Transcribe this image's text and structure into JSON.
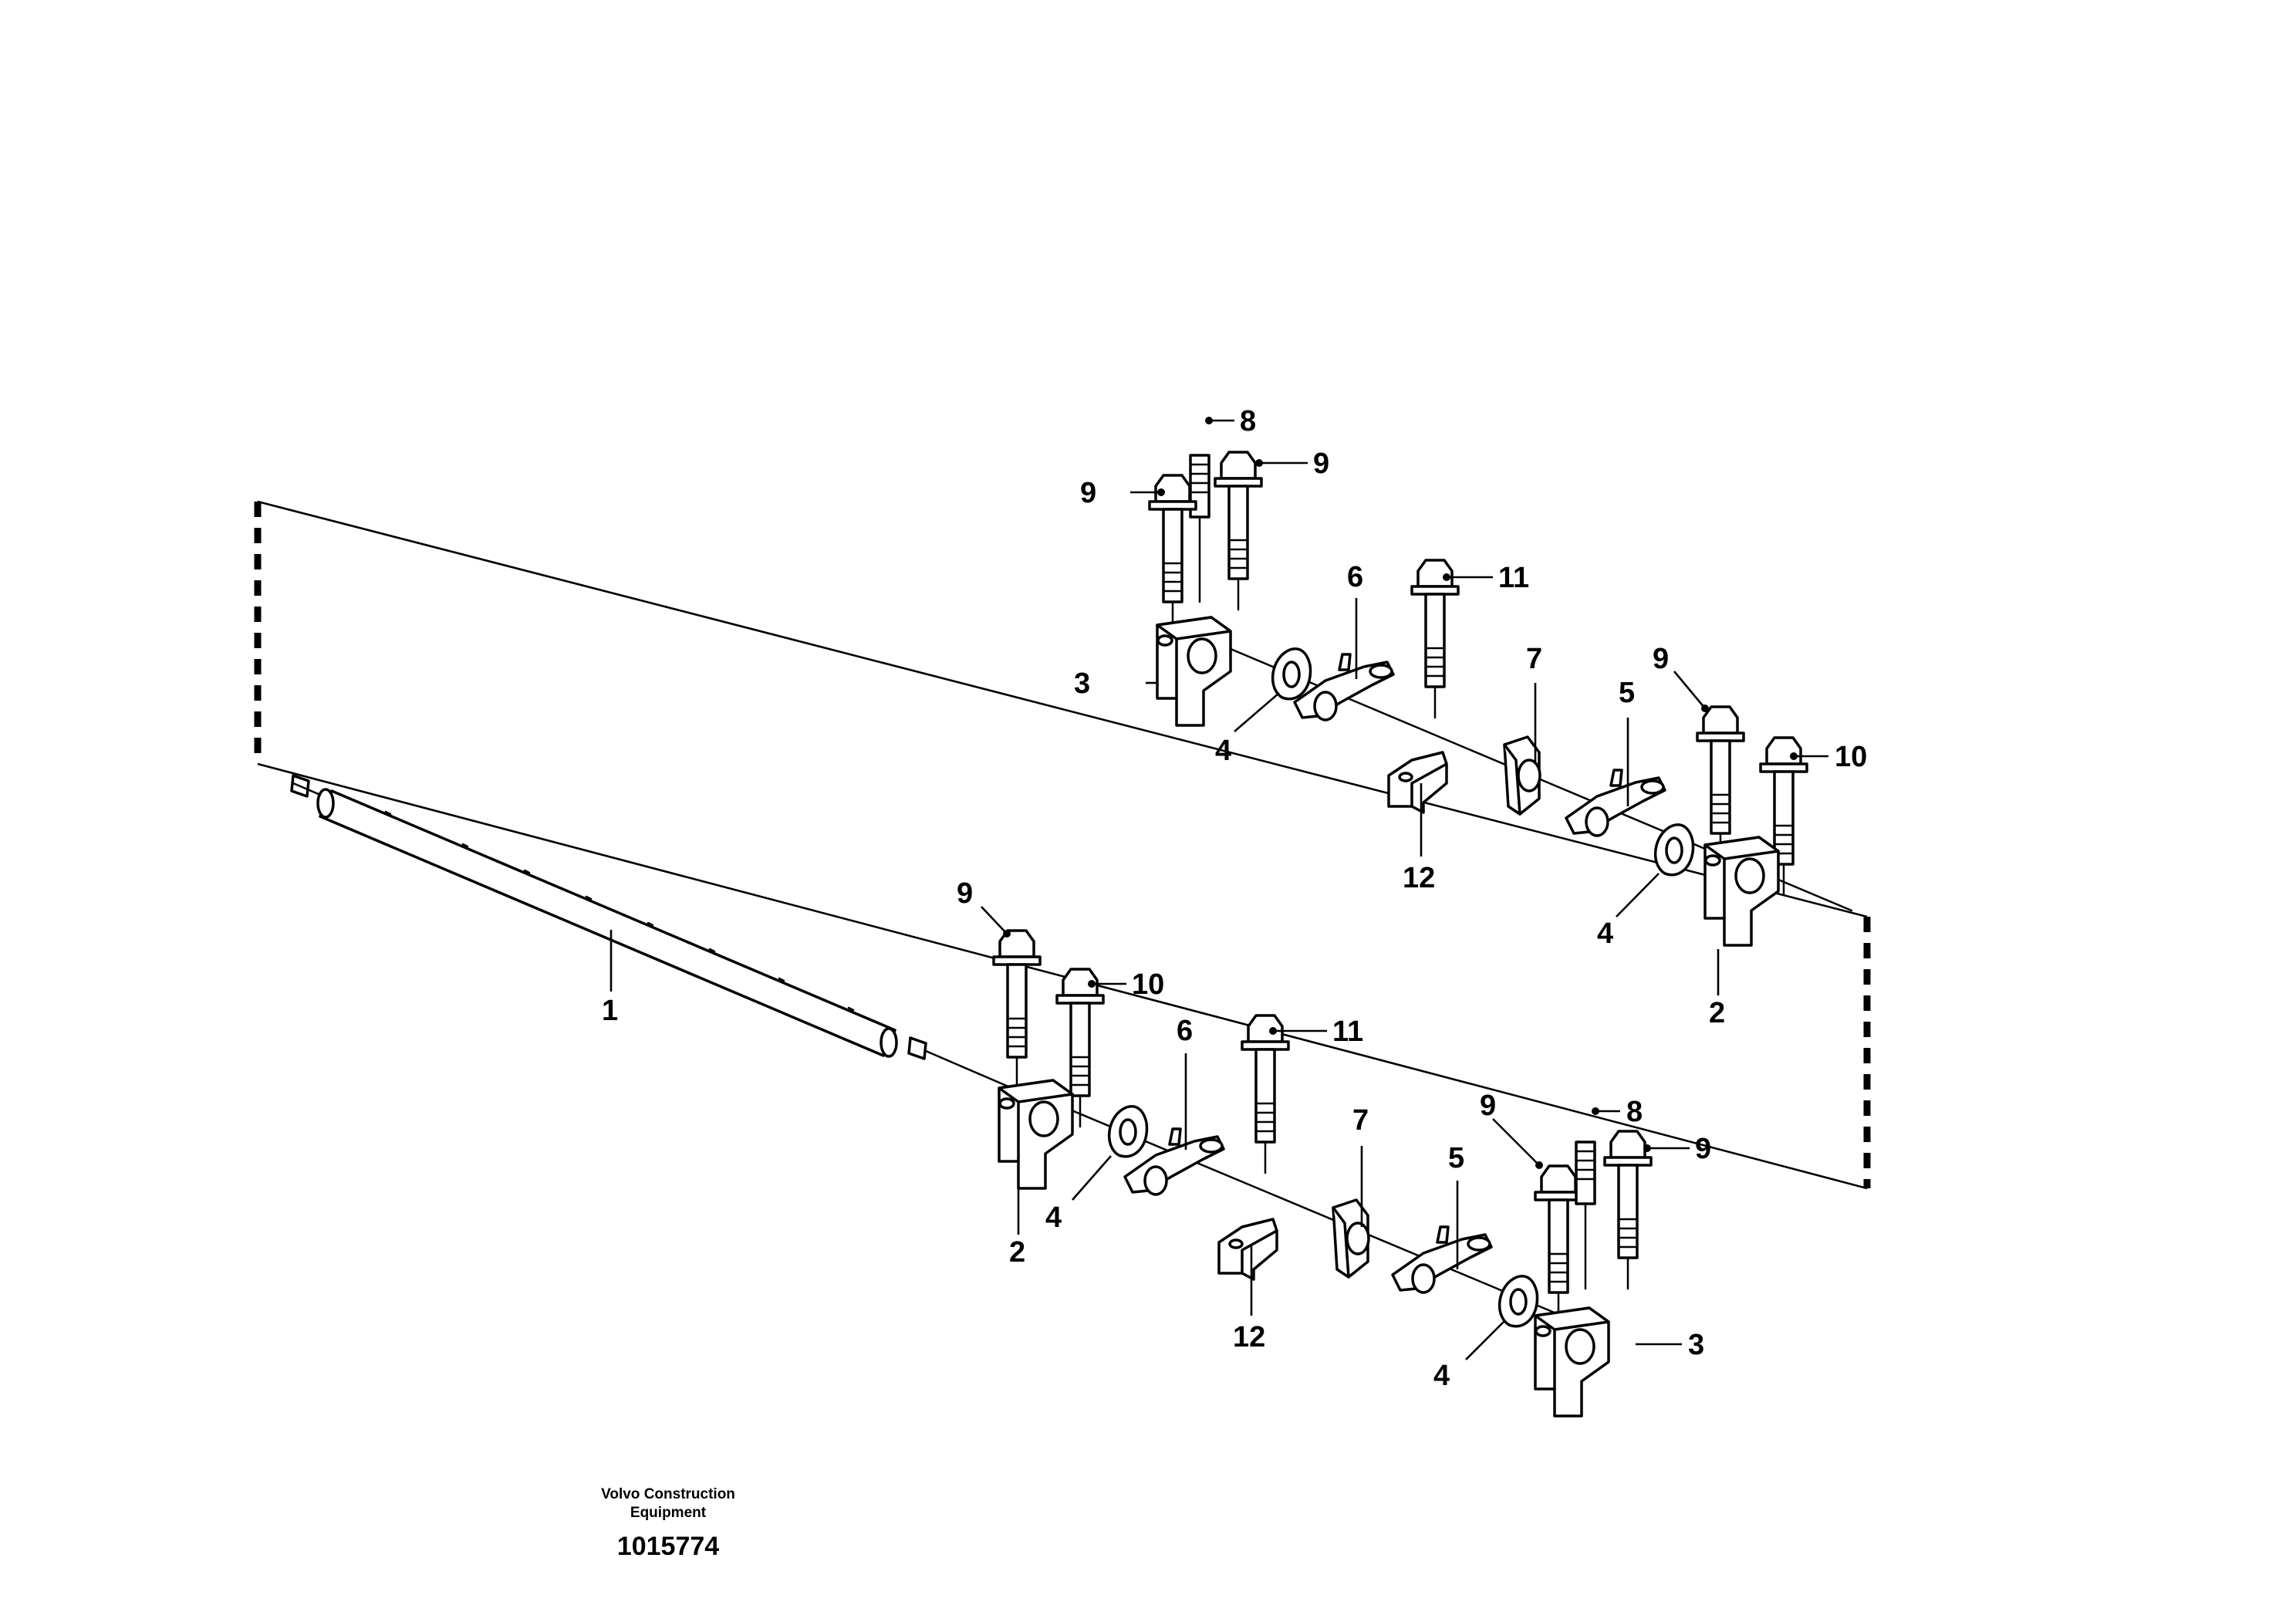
{
  "callouts": [
    {
      "id": "c1",
      "text": "1"
    },
    {
      "id": "c2a",
      "text": "2"
    },
    {
      "id": "c2b",
      "text": "2"
    },
    {
      "id": "c3a",
      "text": "3"
    },
    {
      "id": "c3b",
      "text": "3"
    },
    {
      "id": "c4a",
      "text": "4"
    },
    {
      "id": "c4b",
      "text": "4"
    },
    {
      "id": "c4c",
      "text": "4"
    },
    {
      "id": "c4d",
      "text": "4"
    },
    {
      "id": "c5a",
      "text": "5"
    },
    {
      "id": "c5b",
      "text": "5"
    },
    {
      "id": "c6a",
      "text": "6"
    },
    {
      "id": "c6b",
      "text": "6"
    },
    {
      "id": "c7a",
      "text": "7"
    },
    {
      "id": "c7b",
      "text": "7"
    },
    {
      "id": "c8a",
      "text": "8"
    },
    {
      "id": "c8b",
      "text": "8"
    },
    {
      "id": "c9a",
      "text": "9"
    },
    {
      "id": "c9b",
      "text": "9"
    },
    {
      "id": "c9c",
      "text": "9"
    },
    {
      "id": "c9d",
      "text": "9"
    },
    {
      "id": "c9e",
      "text": "9"
    },
    {
      "id": "c9f",
      "text": "9"
    },
    {
      "id": "c10a",
      "text": "10"
    },
    {
      "id": "c10b",
      "text": "10"
    },
    {
      "id": "c11a",
      "text": "11"
    },
    {
      "id": "c11b",
      "text": "11"
    },
    {
      "id": "c12a",
      "text": "12"
    },
    {
      "id": "c12b",
      "text": "12"
    }
  ],
  "footer": {
    "company_line1": "Volvo Construction",
    "company_line2": "Equipment",
    "drawing_number": "1015774"
  }
}
